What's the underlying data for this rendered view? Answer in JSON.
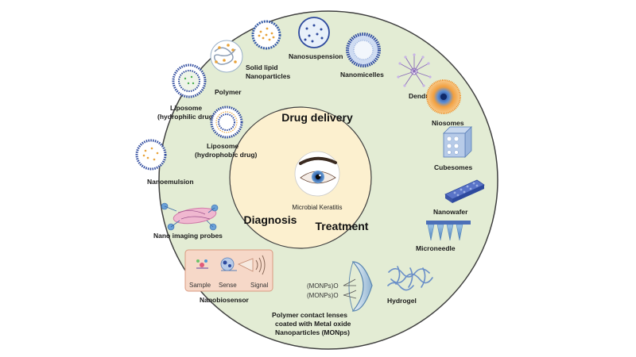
{
  "center": {
    "label": "Microbial Keratitis",
    "sections": [
      "Drug delivery",
      "Diagnosis",
      "Treatment"
    ]
  },
  "items": {
    "solid_lipid": [
      "Solid lipid",
      "Nanoparticles"
    ],
    "nanosuspension": "Nanosuspension",
    "polymer": "Polymer",
    "nanomicelles": "Nanomicelles",
    "dendrimers": "Dendrimers",
    "liposome_hydrophilic": [
      "Liposome",
      "(hydrophilic drug)"
    ],
    "liposome_hydrophobic": [
      "Liposome",
      "(hydrophobic drug)"
    ],
    "niosomes": "Niosomes",
    "cubesomes": "Cubesomes",
    "nanoemulsion": "Nanoemulsion",
    "nanowafer": "Nanowafer",
    "nano_imaging": "Nano imaging probes",
    "microneedle": "Microneedle",
    "hydrogel": "Hydrogel",
    "nanobiosensor": "Nanobiosensor",
    "biosensor_steps": [
      "Sample",
      "Sense",
      "Signal"
    ],
    "contact_lens_marks": [
      "(MONPs)O",
      "(MONPs)O"
    ],
    "contact_lens": [
      "Polymer contact lenses",
      "coated with Metal oxide",
      "Nanoparticles (MONps)"
    ]
  },
  "colors": {
    "outer_ring": "#e3ecd4",
    "inner_circle": "#fcf0cf",
    "ring_stroke": "#404040",
    "blue_dot": "#2e4a9e",
    "orange_dot": "#e8a33a"
  }
}
